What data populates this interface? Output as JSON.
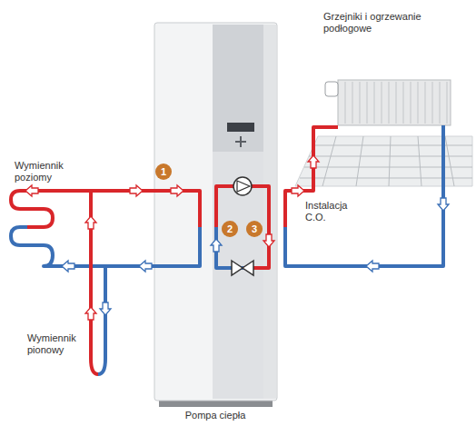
{
  "diagram": {
    "labels": [
      "Grzejniki i ogrzewanie podłogowe",
      "Wymiennik poziomy",
      "1",
      "2",
      "3",
      "Instalacja C.O.",
      "Wymiennik pionowy",
      "Pompa ciepła"
    ]
  }
}
